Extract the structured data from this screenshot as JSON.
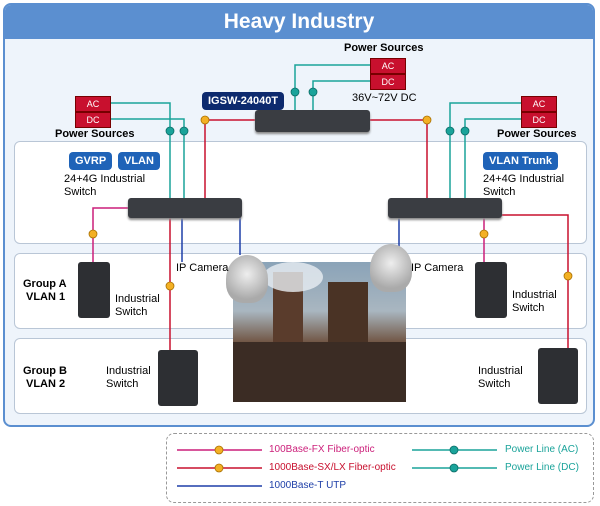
{
  "title": "Heavy Industry",
  "center_switch": {
    "model": "IGSW-24040T",
    "power_title": "Power Sources",
    "ac": "AC",
    "dc": "DC",
    "voltage": "36V~72V DC"
  },
  "left_switch": {
    "power_title": "Power Sources",
    "ac": "AC",
    "dc": "DC",
    "tags": [
      "GVRP",
      "VLAN"
    ],
    "desc_line1": "24+4G Industrial",
    "desc_line2": "Switch"
  },
  "right_switch": {
    "power_title": "Power Sources",
    "ac": "AC",
    "dc": "DC",
    "tags": [
      "VLAN Trunk"
    ],
    "desc_line1": "24+4G Industrial",
    "desc_line2": "Switch"
  },
  "cameras": {
    "left": "IP Camera",
    "right": "IP Camera"
  },
  "group_a": {
    "line1": "Group A",
    "line2": "VLAN 1",
    "device_line1": "Industrial",
    "device_line2": "Switch",
    "right_device_line1": "Industrial",
    "right_device_line2": "Switch"
  },
  "group_b": {
    "line1": "Group B",
    "line2": "VLAN 2",
    "device_line1": "Industrial",
    "device_line2": "Switch",
    "right_device_line1": "Industrial",
    "right_device_line2": "Switch"
  },
  "legend": {
    "fx": "100Base-FX Fiber-optic",
    "sx": "1000Base-SX/LX Fiber-optic",
    "utp": "1000Base-T UTP",
    "ac": "Power Line (AC)",
    "dc": "Power Line (DC)"
  },
  "colors": {
    "fx": "#cc1f7a",
    "sx": "#c8102e",
    "utp": "#1e3fa8",
    "ac": "#1aa39a",
    "dc": "#1aa39a",
    "frame": "#5b8fd0",
    "tag": "#1f63b8"
  }
}
